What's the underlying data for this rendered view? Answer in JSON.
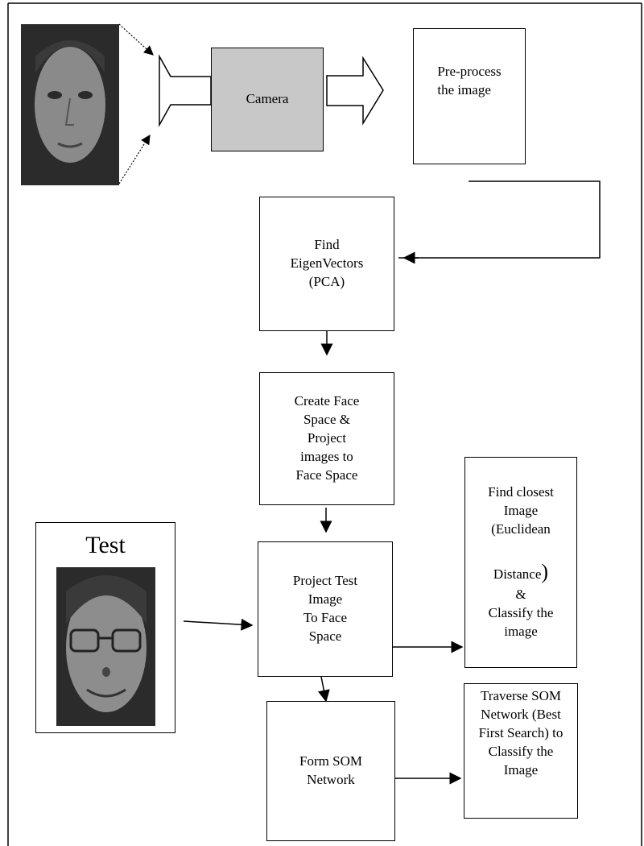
{
  "nodes": {
    "camera": "Camera",
    "preprocess": "Pre-process\nthe image",
    "eigen_line1": "Find\nEigenVectors",
    "eigen_line2": "(PCA)",
    "facespace": "Create Face\nSpace &\nProject\nimages to\nFace  Space",
    "project": "Project Test\nImage\nTo Face\nSpace",
    "closest_top": "Find closest\nImage\n(Euclidean",
    "closest_distance": "Distance",
    "closest_paren": ")",
    "closest_amp": "&",
    "closest_bottom": "Classify the\nimage",
    "som": "Form SOM\nNetwork",
    "traverse": "Traverse SOM\nNetwork (Best\nFirst Search) to\nClassify the\nImage",
    "test": "Test"
  },
  "icons": {
    "training_face": "face-photo",
    "test_face": "face-photo-glasses",
    "camera_lens": "trapezoid",
    "hollow_arrow": "block-arrow-right"
  },
  "colors": {
    "camera_fill": "#c8c8c8",
    "face_bg": "#2b2b2b"
  }
}
